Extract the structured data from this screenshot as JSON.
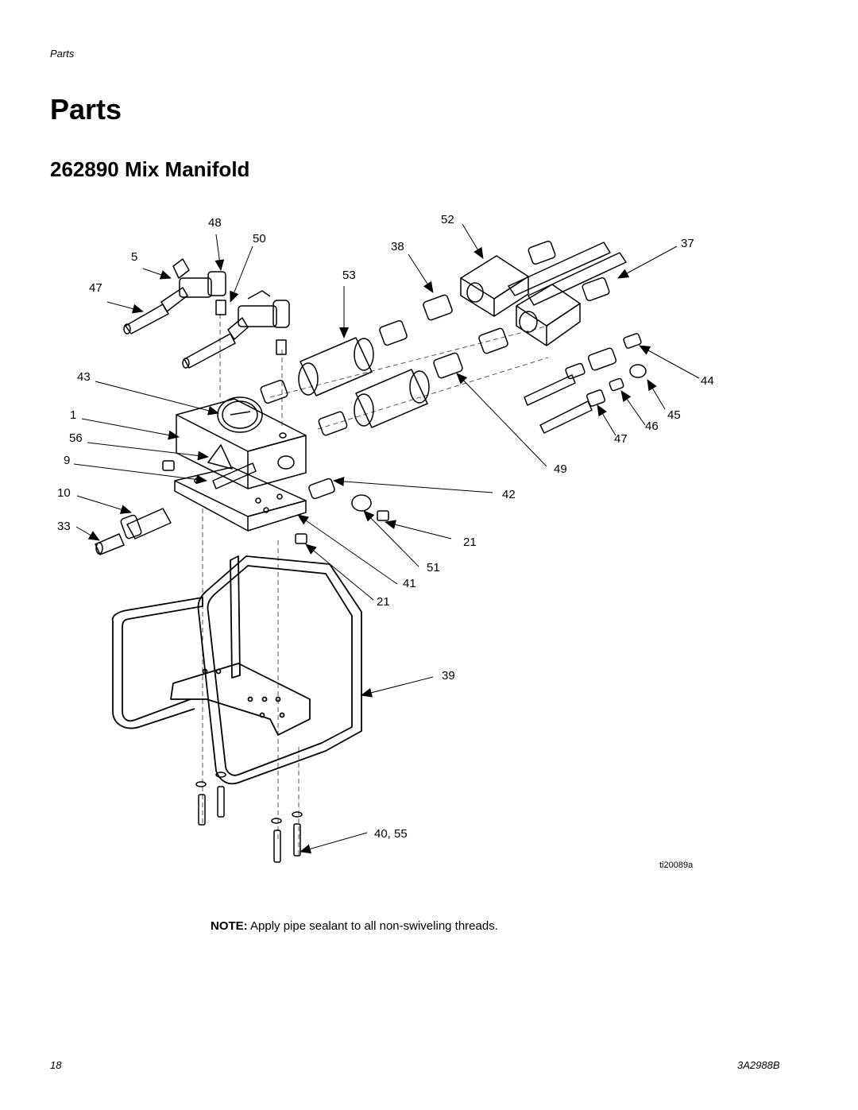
{
  "header": {
    "running_title": "Parts"
  },
  "page_title": "Parts",
  "section_title": "262890 Mix Manifold",
  "diagram": {
    "figure_id": "ti20089a",
    "callouts": {
      "c48": "48",
      "c52": "52",
      "c50": "50",
      "c38": "38",
      "c37": "37",
      "c5": "5",
      "c53": "53",
      "c47a": "47",
      "c43": "43",
      "c44": "44",
      "c1": "1",
      "c45": "45",
      "c46": "46",
      "c56": "56",
      "c47b": "47",
      "c9": "9",
      "c49": "49",
      "c10": "10",
      "c42": "42",
      "c33": "33",
      "c21a": "21",
      "c51": "51",
      "c41": "41",
      "c21b": "21",
      "c39": "39",
      "c40_55": "40, 55"
    }
  },
  "note": {
    "label": "NOTE:",
    "text": "Apply pipe sealant to all non-swiveling threads."
  },
  "footer": {
    "page_number": "18",
    "doc_number": "3A2988B"
  }
}
